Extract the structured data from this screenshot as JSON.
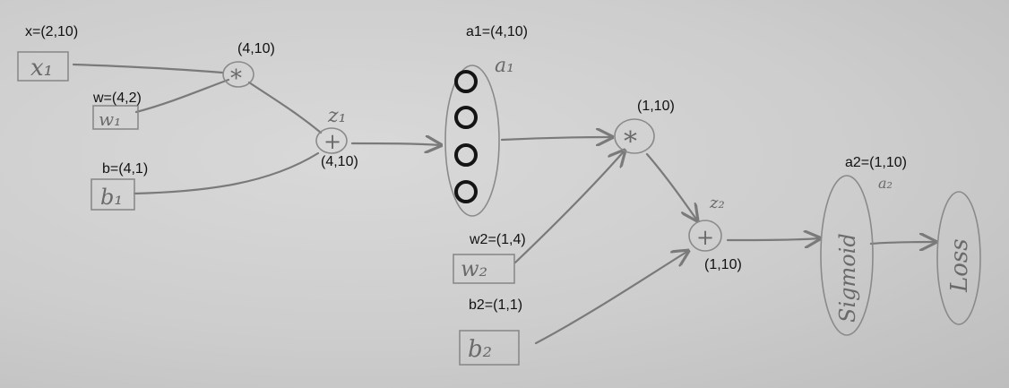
{
  "dimensions": {
    "x": "x=(2,10)",
    "w": "w=(4,2)",
    "b": "b=(4,1)",
    "mul1": "(4,10)",
    "add1": "(4,10)",
    "a1": "a1=(4,10)",
    "mul2": "(1,10)",
    "w2": "w2=(1,4)",
    "b2": "b2=(1,1)",
    "add2": "(1,10)",
    "a2": "a2=(1,10)"
  },
  "handwritten": {
    "x1": "x₁",
    "w1": "w₁",
    "b1": "b₁",
    "mul": "*",
    "add": "+",
    "z1": "z₁",
    "a1": "a₁",
    "w2": "w₂",
    "b2": "b₂",
    "z2": "z₂",
    "sigmoid": "Sigmoid",
    "a2": "a₂",
    "loss": "Loss"
  }
}
